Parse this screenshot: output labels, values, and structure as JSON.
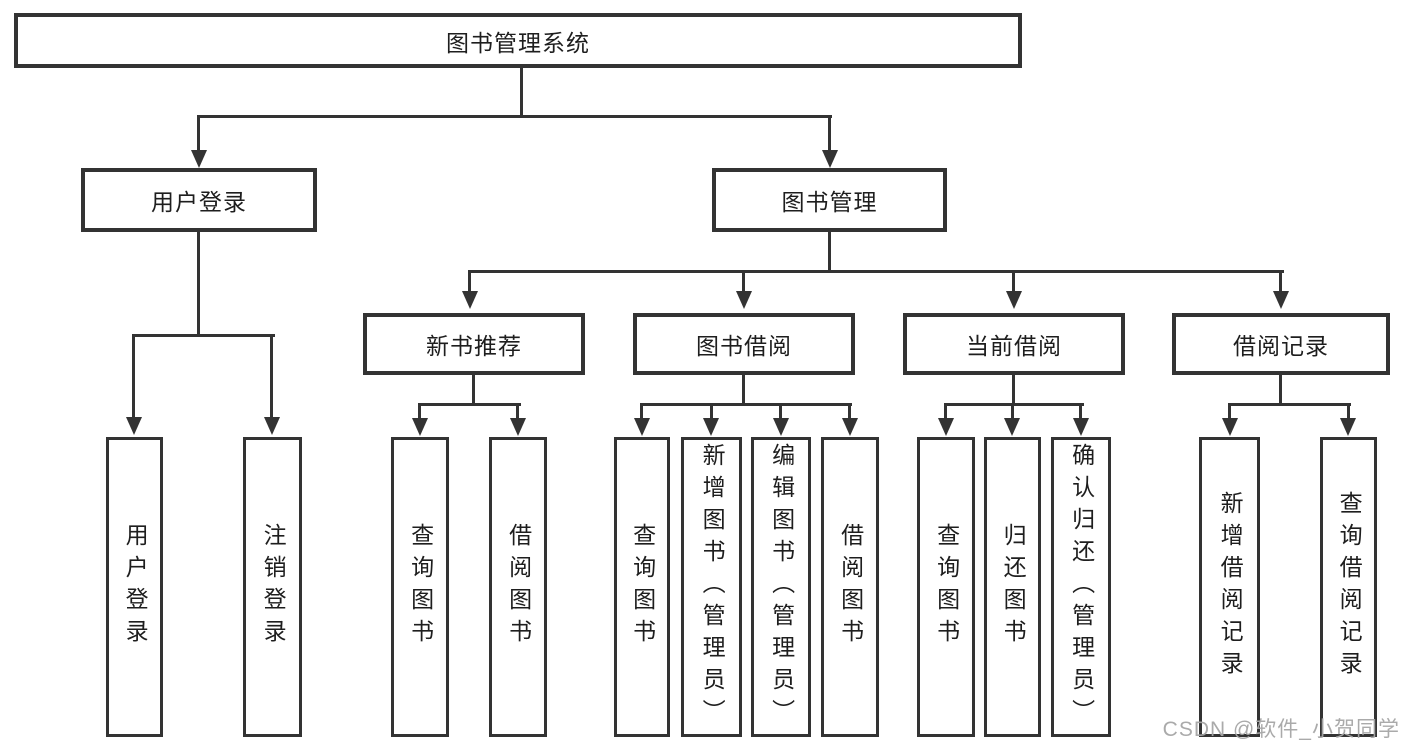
{
  "diagram": {
    "root": {
      "label": "图书管理系统"
    },
    "level2": [
      {
        "label": "用户登录"
      },
      {
        "label": "图书管理"
      }
    ],
    "level3": [
      {
        "label": "新书推荐"
      },
      {
        "label": "图书借阅"
      },
      {
        "label": "当前借阅"
      },
      {
        "label": "借阅记录"
      }
    ],
    "leaves": {
      "user_login": [
        "用户登录",
        "注销登录"
      ],
      "new_book": [
        "查询图书",
        "借阅图书"
      ],
      "book_borrow": [
        "查询图书",
        "新增图书（管理员）",
        "编辑图书（管理员）",
        "借阅图书"
      ],
      "current_borrow": [
        "查询图书",
        "归还图书",
        "确认归还（管理员）"
      ],
      "borrow_record": [
        "新增借阅记录",
        "查询借阅记录"
      ]
    }
  },
  "watermark": "CSDN @软件_小贺同学",
  "colors": {
    "line": "#333333",
    "text": "#1e1e1e",
    "watermark": "#a5a5a5",
    "background": "#ffffff"
  }
}
